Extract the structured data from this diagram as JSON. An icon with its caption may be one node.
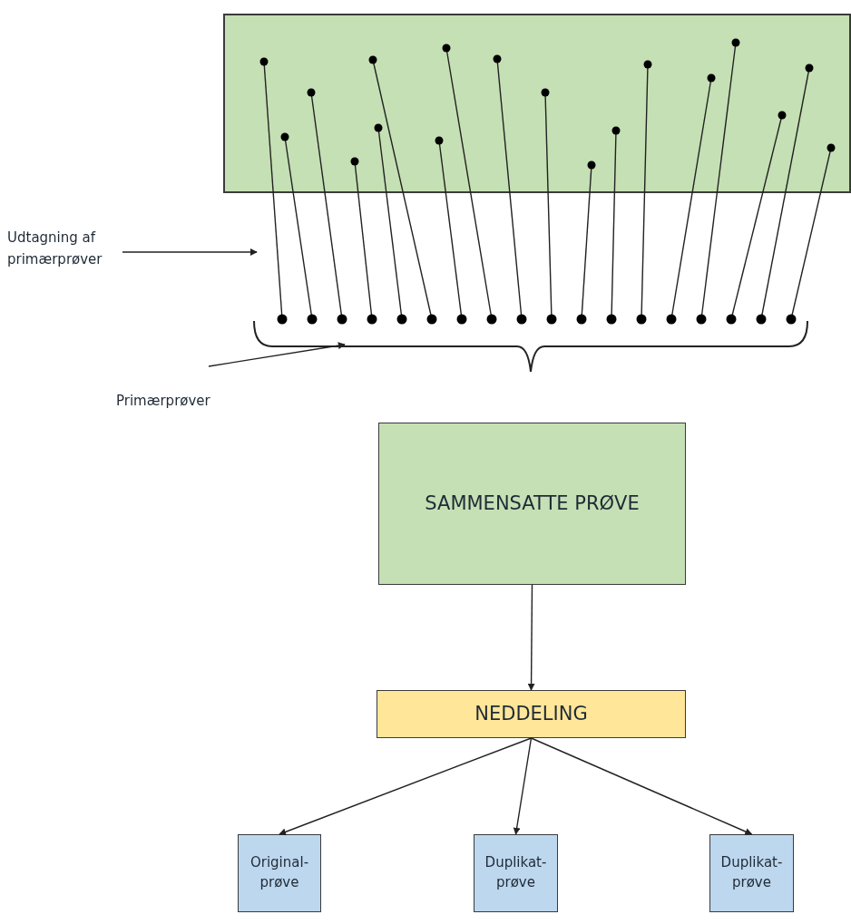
{
  "diagram": {
    "nodes": [
      {
        "text": [],
        "shape": "box"
      },
      {
        "text": [
          "Udtagning af primærprøver"
        ]
      },
      {
        "text": [
          "Primærprøver"
        ]
      },
      {
        "text": [
          "SAMMENSATTE PRØVE"
        ]
      },
      {
        "text": [
          "NEDDELING"
        ]
      },
      {
        "text": [
          "Original- prøve"
        ]
      },
      {
        "text": [
          "Duplikat- prøve"
        ]
      },
      {
        "text": [
          "Duplikat- prøve"
        ]
      }
    ],
    "edges": [
      {
        "from": 1,
        "to": null,
        "arrow": "to"
      },
      {
        "from": 2,
        "to": null,
        "arrow": "to"
      },
      {
        "from": 3,
        "to": 4,
        "arrow": "to"
      },
      {
        "from": 4,
        "to": 5,
        "arrow": "to"
      },
      {
        "from": 4,
        "to": 6,
        "arrow": "to"
      },
      {
        "from": 4,
        "to": 7,
        "arrow": "to"
      }
    ]
  }
}
